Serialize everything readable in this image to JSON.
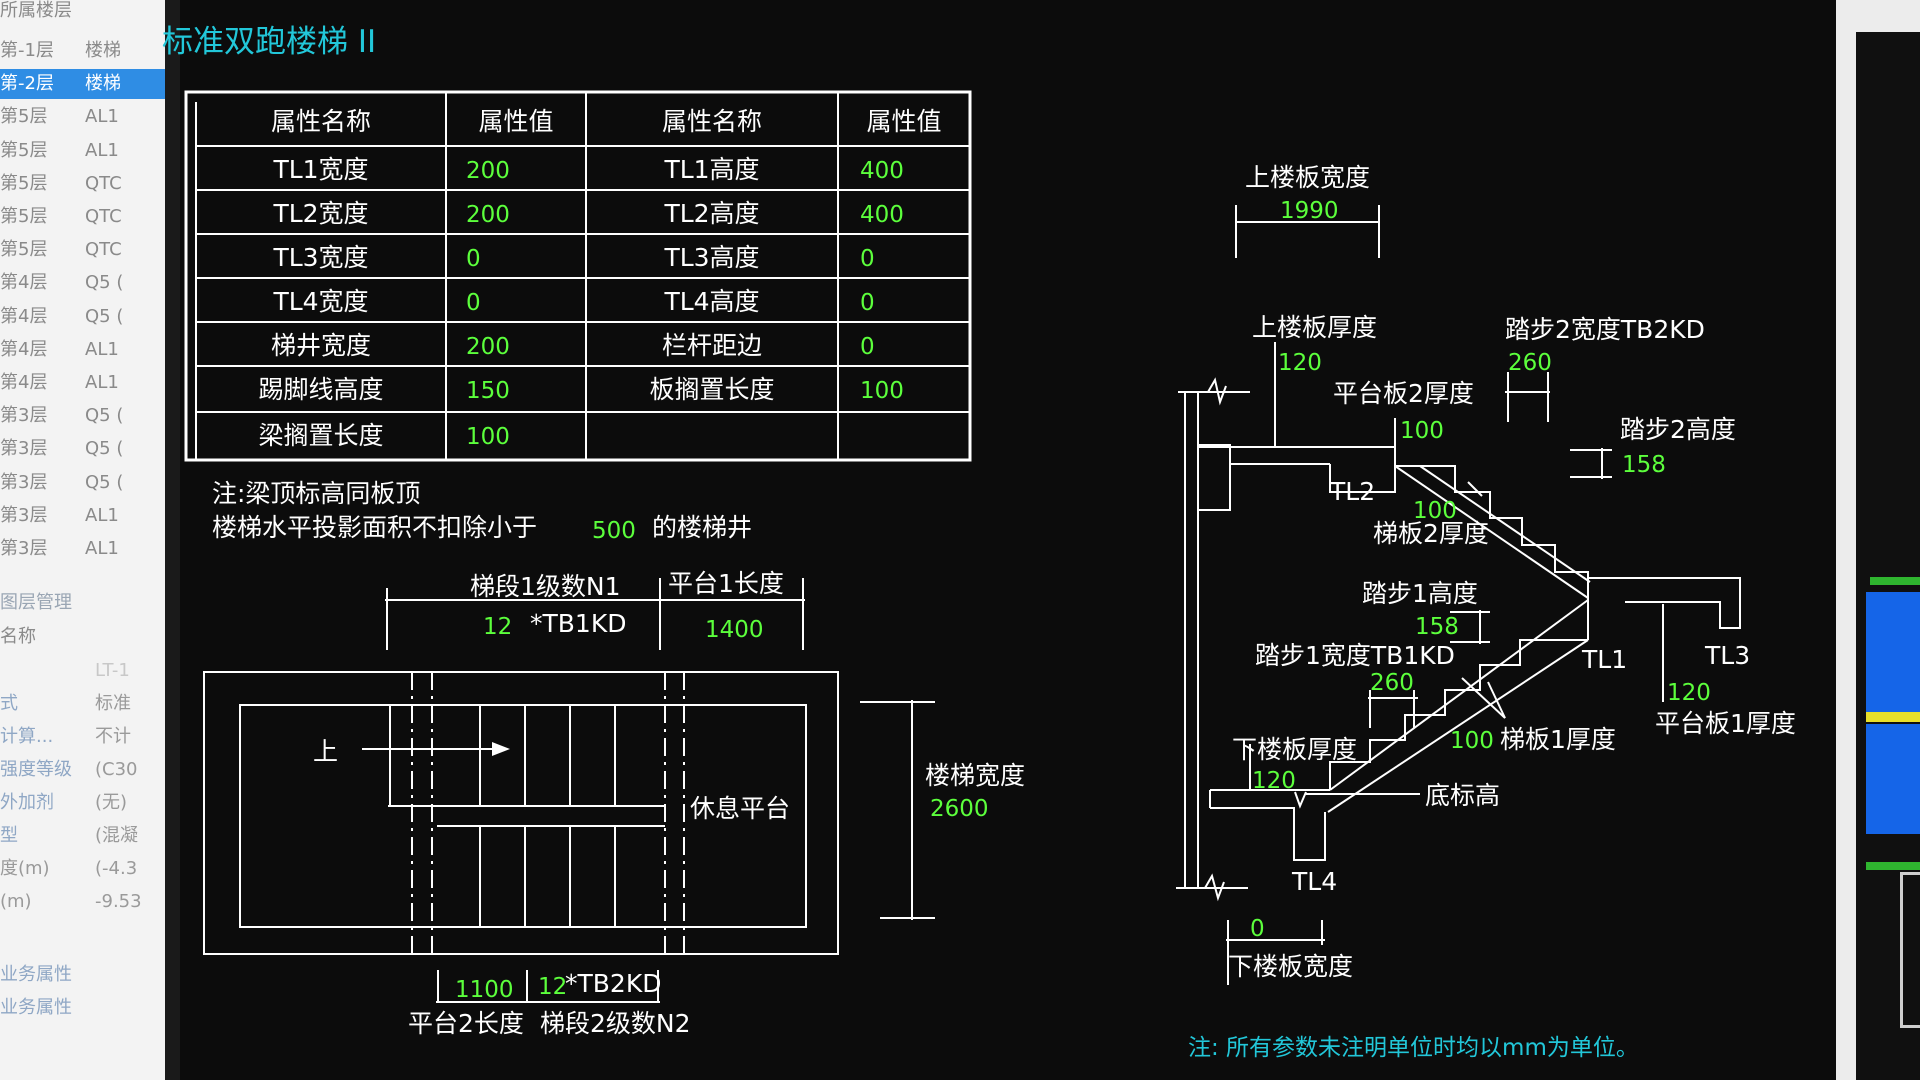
{
  "left_panel": {
    "header": "所属楼层",
    "floors": [
      {
        "floor": "第-1层",
        "type": "楼梯",
        "selected": false
      },
      {
        "floor": "第-2层",
        "type": "楼梯",
        "selected": true
      },
      {
        "floor": "第5层",
        "type": "AL1",
        "selected": false
      },
      {
        "floor": "第5层",
        "type": "AL1",
        "selected": false
      },
      {
        "floor": "第5层",
        "type": "QTC",
        "selected": false
      },
      {
        "floor": "第5层",
        "type": "QTC",
        "selected": false
      },
      {
        "floor": "第5层",
        "type": "QTC",
        "selected": false
      },
      {
        "floor": "第4层",
        "type": "Q5 (",
        "selected": false
      },
      {
        "floor": "第4层",
        "type": "Q5 (",
        "selected": false
      },
      {
        "floor": "第4层",
        "type": "AL1",
        "selected": false
      },
      {
        "floor": "第4层",
        "type": "AL1",
        "selected": false
      },
      {
        "floor": "第3层",
        "type": "Q5 (",
        "selected": false
      },
      {
        "floor": "第3层",
        "type": "Q5 (",
        "selected": false
      },
      {
        "floor": "第3层",
        "type": "Q5 (",
        "selected": false
      },
      {
        "floor": "第3层",
        "type": "AL1",
        "selected": false
      },
      {
        "floor": "第3层",
        "type": "AL1",
        "selected": false
      }
    ],
    "section_title": "图层管理",
    "name_label": "名称",
    "properties": [
      {
        "key": "",
        "value": "LT-1"
      },
      {
        "key": "式",
        "value": "标准"
      },
      {
        "key": "计算...",
        "value": "不计"
      },
      {
        "key": "强度等级",
        "value": "(C30"
      },
      {
        "key": "外加剂",
        "value": "(无)"
      },
      {
        "key": "型",
        "value": "(混凝"
      },
      {
        "key": "度(m)",
        "value": "(-4.3"
      },
      {
        "key": "(m)",
        "value": "-9.53"
      }
    ],
    "footer": [
      "业务属性",
      "业务属性"
    ]
  },
  "drawing": {
    "title": "标准双跑楼梯 II",
    "table": {
      "headers": [
        "属性名称",
        "属性值",
        "属性名称",
        "属性值"
      ],
      "rows": [
        [
          "TL1宽度",
          "200",
          "TL1高度",
          "400"
        ],
        [
          "TL2宽度",
          "200",
          "TL2高度",
          "400"
        ],
        [
          "TL3宽度",
          "0",
          "TL3高度",
          "0"
        ],
        [
          "TL4宽度",
          "0",
          "TL4高度",
          "0"
        ],
        [
          "梯井宽度",
          "200",
          "栏杆距边",
          "0"
        ],
        [
          "踢脚线高度",
          "150",
          "板搁置长度",
          "100"
        ],
        [
          "梁搁置长度",
          "100",
          "",
          ""
        ]
      ]
    },
    "note1": "注:梁顶标高同板顶",
    "note2_prefix": "楼梯水平投影面积不扣除小于",
    "note2_value": "500",
    "note2_suffix": "的楼梯井",
    "plan": {
      "seg1_label": "梯段1级数N1",
      "seg1_value": "12",
      "seg1_unit": "*TB1KD",
      "plat1_label": "平台1长度",
      "plat1_value": "1400",
      "up_label": "上",
      "rest_label": "休息平台",
      "width_label": "楼梯宽度",
      "width_value": "2600",
      "plat2_value": "1100",
      "seg2_value": "12",
      "seg2_unit": "*TB2KD",
      "plat2_label": "平台2长度",
      "seg2_label": "梯段2级数N2"
    },
    "section": {
      "top_slab_width_label": "上楼板宽度",
      "top_slab_width_value": "1990",
      "top_slab_thk_label": "上楼板厚度",
      "top_slab_thk_value": "120",
      "step2_width_label": "踏步2宽度TB2KD",
      "step2_width_value": "260",
      "plat2_thk_label": "平台板2厚度",
      "plat2_thk_value": "100",
      "step2_height_label": "踏步2高度",
      "step2_height_value": "158",
      "tl2": "TL2",
      "board2_value": "100",
      "board2_label": "梯板2厚度",
      "step1_height_label": "踏步1高度",
      "step1_height_value": "158",
      "step1_width_label": "踏步1宽度TB1KD",
      "step1_width_value": "260",
      "tl1": "TL1",
      "tl3": "TL3",
      "plat1_thk_value": "120",
      "plat1_thk_label": "平台板1厚度",
      "board1_value": "100",
      "board1_label": "梯板1厚度",
      "low_slab_thk_label": "下楼板厚度",
      "low_slab_thk_value": "120",
      "bottom_elev_label": "底标高",
      "tl4": "TL4",
      "low_slab_width_value": "0",
      "low_slab_width_label": "下楼板宽度"
    },
    "footnote": "注: 所有参数未注明单位时均以mm为单位。"
  },
  "colors": {
    "background": "#0c0c0c",
    "title": "#22c7d9",
    "value_green": "#5cff3c",
    "footnote": "#22c7d9",
    "selected_row": "#2f8de4"
  }
}
